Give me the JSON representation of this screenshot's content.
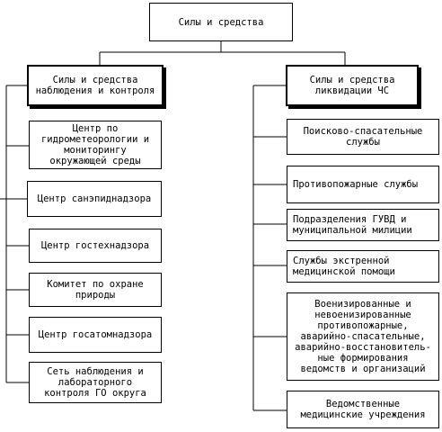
{
  "root": {
    "label": "Силы и средства"
  },
  "observation": {
    "title": "Силы и средства\nнаблюдения и контроля",
    "items": [
      "Центр по\nгидрометеорологии и\nмониторингу\nокружающей среды",
      "Центр санэпиднадзора",
      "Центр гостехнадзора",
      "Комитет по охране\nприроды",
      "Центр госатомнадзора",
      "Сеть наблюдения и\nлабораторного\nконтроля ГО округа"
    ]
  },
  "liquidation": {
    "title": "Силы и средства\nликвидации ЧС",
    "items": [
      "Поисково-спасательные\nслужбы",
      "Противопожарные службы",
      "Подразделения ГУВД и\nмуниципальной милиции",
      "Службы экстренной\nмедицинской помощи",
      "Военизированные и\nневоенизированные\nпротивопожарные,\nаварийно-спасательные,\nаварийно-восстановитель-\nные формирования\nведомств и организаций",
      "Ведомственные\nмедицинские учреждения"
    ]
  }
}
